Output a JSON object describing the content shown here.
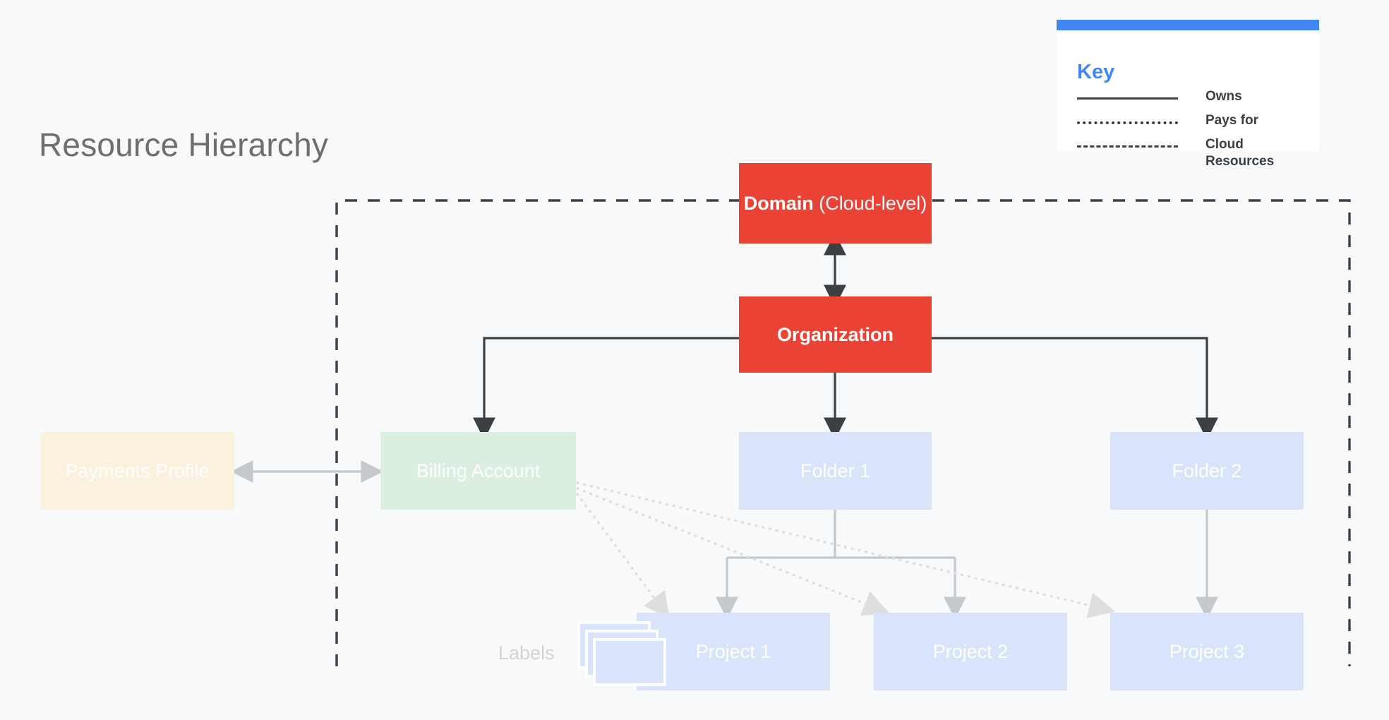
{
  "page": {
    "title": "Resource Hierarchy",
    "background_color": "#F7F9FA"
  },
  "legend": {
    "name": "Key",
    "accent_color": "#4285F4",
    "title": "Key",
    "entries": [
      {
        "style": "solid",
        "label": "Owns"
      },
      {
        "style": "dotted",
        "label": "Pays for"
      },
      {
        "style": "dashed",
        "label": "Cloud Resources"
      }
    ]
  },
  "diagram": {
    "boundary": {
      "label": "Cloud Resources",
      "style": "dashed",
      "color": "#3C4043"
    },
    "nodes": [
      {
        "id": "domain",
        "label": "Domain",
        "sublabel": "(Cloud-level)",
        "color": "#EA4335",
        "kind": "red"
      },
      {
        "id": "organization",
        "label": "Organization",
        "sublabel": "",
        "color": "#EA4335",
        "kind": "red"
      },
      {
        "id": "payments-profile",
        "label": "Payments Profile",
        "sublabel": "",
        "color": "#FAF2DE",
        "kind": "cream"
      },
      {
        "id": "billing-account",
        "label": "Billing Account",
        "sublabel": "",
        "color": "#DCEEE0",
        "kind": "green"
      },
      {
        "id": "folder-1",
        "label": "Folder 1",
        "sublabel": "",
        "color": "#D9E4FA",
        "kind": "blue"
      },
      {
        "id": "folder-2",
        "label": "Folder 2",
        "sublabel": "",
        "color": "#D9E4FA",
        "kind": "blue"
      },
      {
        "id": "project-1",
        "label": "Project 1",
        "sublabel": "",
        "color": "#D9E4FA",
        "kind": "blue"
      },
      {
        "id": "project-2",
        "label": "Project 2",
        "sublabel": "",
        "color": "#D9E4FA",
        "kind": "blue"
      },
      {
        "id": "project-3",
        "label": "Project 3",
        "sublabel": "",
        "color": "#D9E4FA",
        "kind": "blue"
      }
    ],
    "labels_group": {
      "label": "Labels",
      "card_count": 3
    },
    "edges": [
      {
        "from": "domain",
        "to": "organization",
        "style": "solid",
        "arrows": "both"
      },
      {
        "from": "organization",
        "to": "billing-account",
        "style": "solid",
        "arrows": "to"
      },
      {
        "from": "organization",
        "to": "folder-1",
        "style": "solid",
        "arrows": "to"
      },
      {
        "from": "organization",
        "to": "folder-2",
        "style": "solid",
        "arrows": "to"
      },
      {
        "from": "payments-profile",
        "to": "billing-account",
        "style": "solid",
        "arrows": "both"
      },
      {
        "from": "folder-1",
        "to": "project-1",
        "style": "solid",
        "arrows": "to"
      },
      {
        "from": "folder-1",
        "to": "project-2",
        "style": "solid",
        "arrows": "to"
      },
      {
        "from": "folder-2",
        "to": "project-3",
        "style": "solid",
        "arrows": "to"
      },
      {
        "from": "billing-account",
        "to": "project-1",
        "style": "dotted",
        "arrows": "to"
      },
      {
        "from": "billing-account",
        "to": "project-2",
        "style": "dotted",
        "arrows": "to"
      },
      {
        "from": "billing-account",
        "to": "project-3",
        "style": "dotted",
        "arrows": "to"
      }
    ]
  }
}
